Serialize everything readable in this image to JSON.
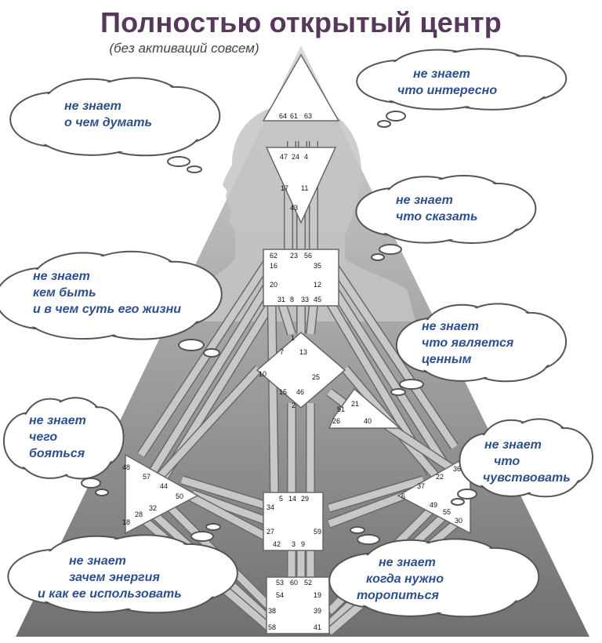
{
  "title": "Полностью открытый центр",
  "subtitle": "(без активаций совсем)",
  "clouds": [
    {
      "id": "head",
      "lines": [
        "не знает",
        "что интересно"
      ]
    },
    {
      "id": "ajna",
      "lines": [
        "не знает",
        "о чем думать"
      ]
    },
    {
      "id": "throat",
      "lines": [
        "не знает",
        "что сказать"
      ]
    },
    {
      "id": "g",
      "lines": [
        "не знает",
        "кем быть",
        "и в чем суть его жизни"
      ]
    },
    {
      "id": "ego",
      "lines": [
        "не знает",
        "что является",
        "ценным"
      ]
    },
    {
      "id": "spleen",
      "lines": [
        "не знает",
        "чего",
        "бояться"
      ]
    },
    {
      "id": "solar",
      "lines": [
        "не знает",
        "что",
        "чувствовать"
      ]
    },
    {
      "id": "sacral",
      "lines": [
        "не знает",
        "зачем энергия",
        "и как ее использовать"
      ]
    },
    {
      "id": "root",
      "lines": [
        "не знает",
        "когда нужно",
        "торопиться"
      ]
    }
  ],
  "gates": {
    "head": [
      "64",
      "61",
      "63"
    ],
    "ajna": [
      "47",
      "24",
      "4",
      "17",
      "11",
      "43"
    ],
    "throat": [
      "62",
      "23",
      "56",
      "16",
      "35",
      "20",
      "12",
      "31",
      "8",
      "33",
      "45"
    ],
    "g": [
      "1",
      "7",
      "13",
      "10",
      "25",
      "15",
      "46",
      "2"
    ],
    "ego": [
      "51",
      "21",
      "26",
      "40"
    ],
    "spleen": [
      "48",
      "57",
      "44",
      "50",
      "32",
      "28",
      "18"
    ],
    "sacral": [
      "5",
      "14",
      "29",
      "34",
      "27",
      "59",
      "42",
      "3",
      "9"
    ],
    "solar": [
      "36",
      "22",
      "37",
      "6",
      "49",
      "55",
      "30"
    ],
    "root": [
      "53",
      "60",
      "52",
      "54",
      "19",
      "38",
      "39",
      "58",
      "41"
    ]
  },
  "colors": {
    "title": "#55385a",
    "cloud_text": "#2d4f8c",
    "triangle": "#8e8e8e",
    "silhouette": "#c4c4c4",
    "channel": "#c8c8c8",
    "center_fill": "#ffffff"
  }
}
